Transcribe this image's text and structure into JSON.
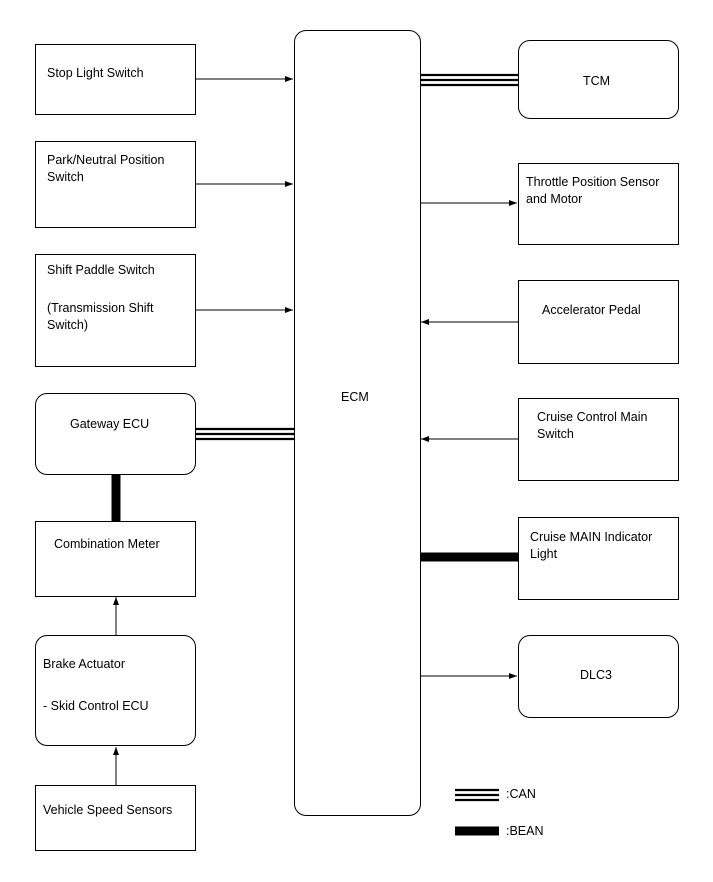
{
  "ecm": {
    "label": "ECM"
  },
  "left": {
    "stop_light": "Stop Light Switch",
    "park_neutral": "Park/Neutral Position\nSwitch",
    "shift_paddle_title": "Shift Paddle Switch",
    "shift_paddle_sub": "(Transmission Shift\nSwitch)",
    "gateway": "Gateway ECU",
    "combination_meter": "Combination Meter",
    "brake_actuator_title": "Brake Actuator",
    "brake_actuator_sub": "- Skid Control ECU",
    "vehicle_speed": "Vehicle Speed Sensors"
  },
  "right": {
    "tcm": "TCM",
    "throttle": "Throttle Position Sensor\nand Motor",
    "accelerator": "Accelerator Pedal",
    "cruise_main_switch": "Cruise Control Main\nSwitch",
    "cruise_indicator": "Cruise MAIN Indicator\nLight",
    "dlc3": "DLC3"
  },
  "legend": {
    "can": ":CAN",
    "bean": ":BEAN"
  }
}
